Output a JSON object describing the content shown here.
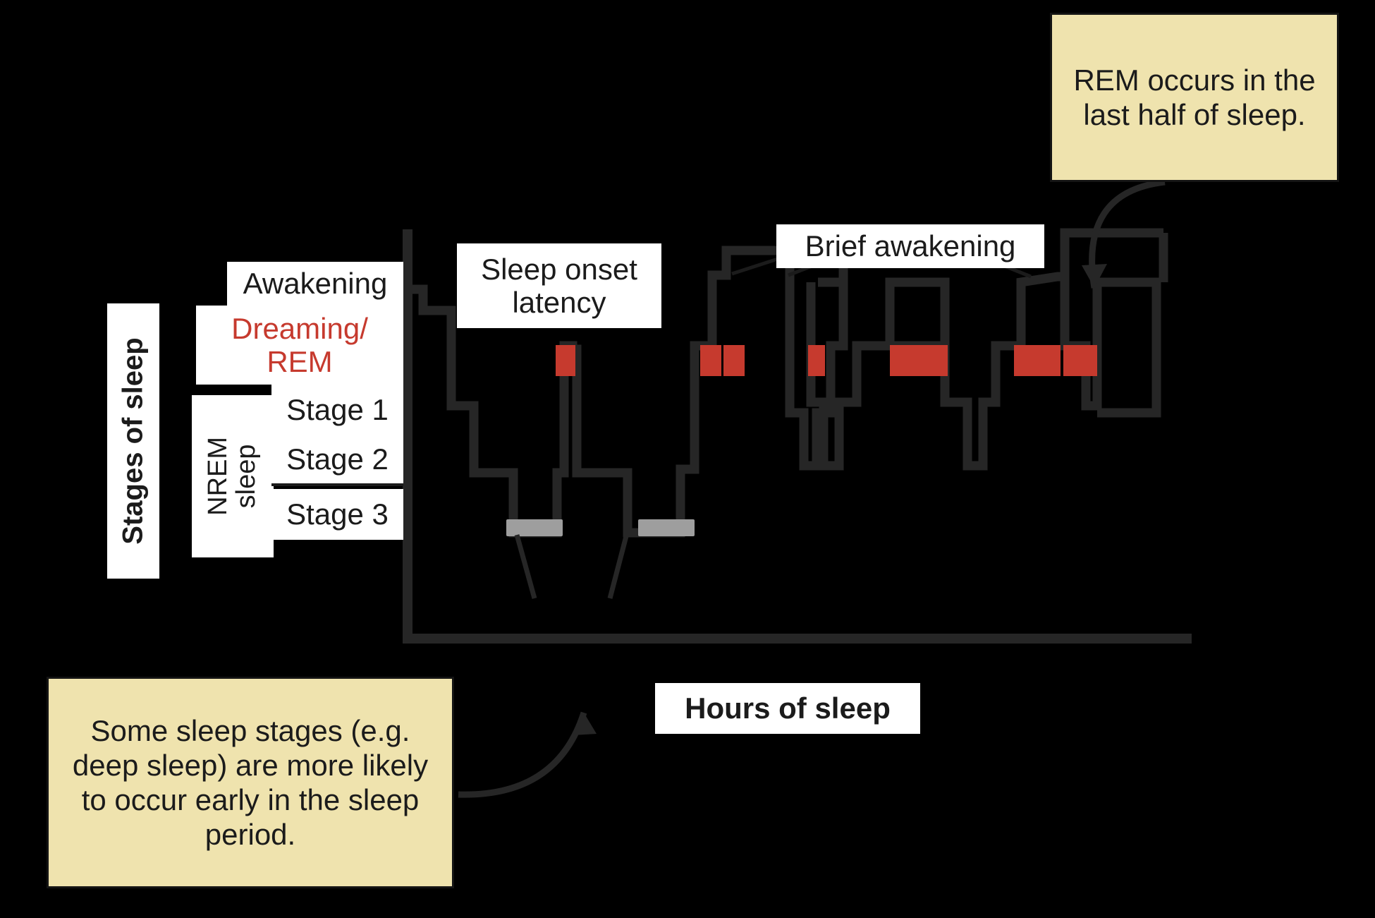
{
  "figure": {
    "title_axis_y": "Stages of sleep",
    "title_axis_x": "Hours of sleep",
    "nrem_bracket_label": "NREM sleep",
    "colors": {
      "background": "#000000",
      "trace": "#262626",
      "rem_block": "#c63a2e",
      "deep_sleep_block": "#9e9e9e",
      "note_fill": "#efe3ae",
      "note_border": "#141414",
      "plate_fill": "#ffffff",
      "text": "#1b1b1b",
      "rem_text": "#c63a2e"
    }
  },
  "y_axis": {
    "label": "Stages of sleep",
    "levels": [
      {
        "id": "awakening",
        "label": "Awakening",
        "color": "#1b1b1b"
      },
      {
        "id": "rem",
        "label": "Dreaming/\nREM",
        "line1": "Dreaming/",
        "line2": "REM",
        "color": "#c63a2e"
      },
      {
        "id": "stage1",
        "label": "Stage 1",
        "color": "#1b1b1b"
      },
      {
        "id": "stage2",
        "label": "Stage 2",
        "color": "#1b1b1b"
      },
      {
        "id": "stage3",
        "label": "Stage 3",
        "color": "#1b1b1b"
      }
    ],
    "nrem_group": {
      "label_line1": "NREM",
      "label_line2": "sleep",
      "members": [
        "Stage 1",
        "Stage 2",
        "Stage 3"
      ]
    }
  },
  "x_axis": {
    "label": "Hours of sleep",
    "ticks": []
  },
  "annotations": [
    {
      "id": "sleep-onset-latency",
      "text": "Sleep onset latency",
      "line1": "Sleep onset",
      "line2": "latency",
      "style": "white-plate"
    },
    {
      "id": "brief-awakening",
      "text": "Brief awakening",
      "style": "white-plate",
      "leader_count": 3
    },
    {
      "id": "rem-last-half-note",
      "text": "REM occurs in the last half of sleep.",
      "style": "yellow-note"
    },
    {
      "id": "deep-sleep-early-note",
      "text": "Some sleep stages (e.g. deep sleep) are more likely to occur early in the sleep period.",
      "style": "yellow-note"
    }
  ],
  "chart_data": {
    "type": "line",
    "title": "",
    "subtitle": "",
    "xlabel": "Hours of sleep",
    "ylabel": "Stages of sleep",
    "grid": false,
    "legend_position": "none",
    "x": {
      "label": "Hours of sleep",
      "range": [
        0,
        8
      ],
      "unit": "hours",
      "ticks_shown": false
    },
    "y": {
      "label": "Stages of sleep",
      "categories": [
        "Awakening",
        "Dreaming/REM",
        "Stage 1",
        "Stage 2",
        "Stage 3"
      ],
      "order": "top_to_bottom",
      "inverted": true
    },
    "description": "Hypnogram step trace of one night of sleep showing descent through NREM stages and REM periods lengthening toward morning.",
    "hypnogram_steps": [
      {
        "t_start": 0.0,
        "t_end": 0.28,
        "stage": "Awakening"
      },
      {
        "t_start": 0.28,
        "t_end": 0.52,
        "stage": "Stage 1"
      },
      {
        "t_start": 0.52,
        "t_end": 0.95,
        "stage": "Stage 2"
      },
      {
        "t_start": 0.95,
        "t_end": 1.62,
        "stage": "Stage 3"
      },
      {
        "t_start": 1.62,
        "t_end": 1.78,
        "stage": "Stage 2"
      },
      {
        "t_start": 1.78,
        "t_end": 1.92,
        "stage": "Dreaming/REM"
      },
      {
        "t_start": 1.92,
        "t_end": 2.3,
        "stage": "Stage 2"
      },
      {
        "t_start": 2.3,
        "t_end": 2.75,
        "stage": "Stage 3"
      },
      {
        "t_start": 2.75,
        "t_end": 2.96,
        "stage": "Stage 2"
      },
      {
        "t_start": 2.96,
        "t_end": 3.18,
        "stage": "Dreaming/REM"
      },
      {
        "t_start": 3.18,
        "t_end": 3.42,
        "stage": "Awakening"
      },
      {
        "t_start": 3.42,
        "t_end": 3.7,
        "stage": "Stage 2"
      },
      {
        "t_start": 3.7,
        "t_end": 4.02,
        "stage": "Dreaming/REM"
      },
      {
        "t_start": 4.02,
        "t_end": 4.3,
        "stage": "Stage 2"
      },
      {
        "t_start": 4.3,
        "t_end": 4.6,
        "stage": "Awakening"
      },
      {
        "t_start": 4.6,
        "t_end": 4.95,
        "stage": "Dreaming/REM"
      },
      {
        "t_start": 4.95,
        "t_end": 5.35,
        "stage": "Stage 2"
      },
      {
        "t_start": 5.35,
        "t_end": 6.05,
        "stage": "Dreaming/REM"
      },
      {
        "t_start": 6.05,
        "t_end": 6.4,
        "stage": "Stage 2"
      },
      {
        "t_start": 6.4,
        "t_end": 7.1,
        "stage": "Dreaming/REM"
      },
      {
        "t_start": 7.1,
        "t_end": 7.4,
        "stage": "Stage 2"
      },
      {
        "t_start": 7.4,
        "t_end": 8.0,
        "stage": "Awakening"
      }
    ],
    "rem_blocks": [
      {
        "id": "rem-1",
        "t_start": 1.78,
        "t_end": 1.92,
        "width_hours": 0.14
      },
      {
        "id": "rem-2",
        "t_start": 2.96,
        "t_end": 3.1,
        "width_hours": 0.14
      },
      {
        "id": "rem-3",
        "t_start": 3.16,
        "t_end": 3.32,
        "width_hours": 0.16
      },
      {
        "id": "rem-4",
        "t_start": 3.76,
        "t_end": 3.88,
        "width_hours": 0.12
      },
      {
        "id": "rem-5",
        "t_start": 4.56,
        "t_end": 5.02,
        "width_hours": 0.46
      },
      {
        "id": "rem-6",
        "t_start": 5.72,
        "t_end": 6.18,
        "width_hours": 0.46
      },
      {
        "id": "rem-7",
        "t_start": 6.22,
        "t_end": 6.56,
        "width_hours": 0.34
      }
    ],
    "deep_sleep_blocks": [
      {
        "id": "deep-1",
        "t_start": 0.95,
        "t_end": 1.32,
        "stage": "Stage 3"
      },
      {
        "id": "deep-2",
        "t_start": 2.3,
        "t_end": 2.68,
        "stage": "Stage 3"
      }
    ]
  }
}
